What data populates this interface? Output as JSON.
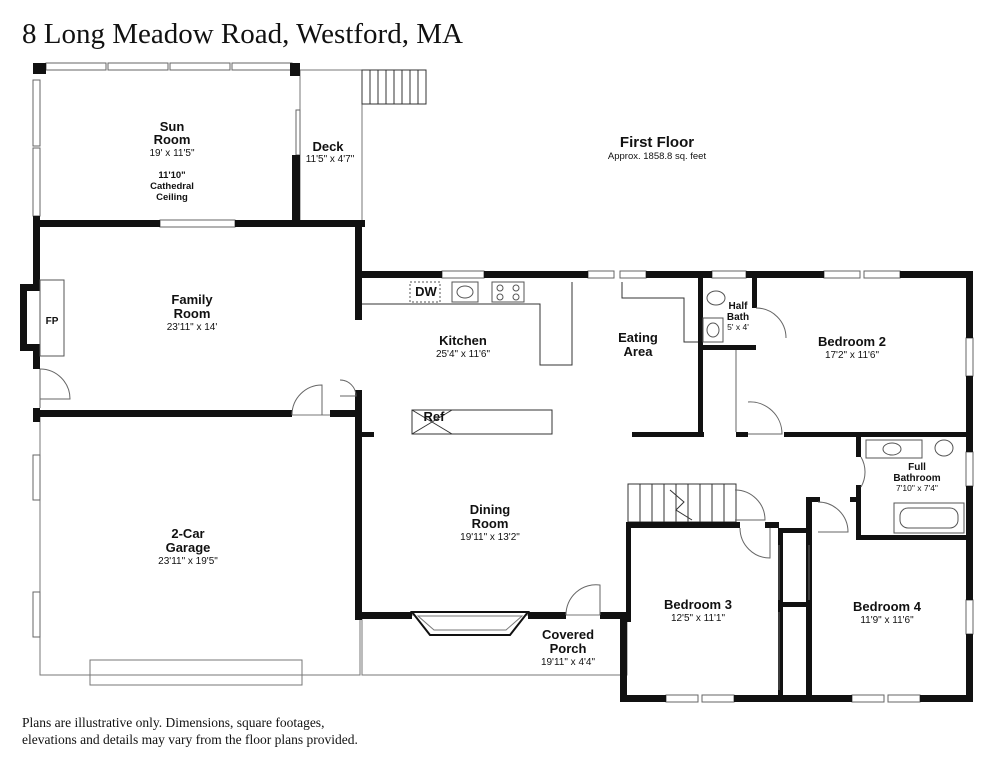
{
  "header": {
    "title": "8 Long Meadow Road, Westford, MA"
  },
  "floor": {
    "name": "First Floor",
    "area": "Approx. 1858.8 sq. feet"
  },
  "rooms": {
    "sun_room": {
      "name_line1": "Sun",
      "name_line2": "Room",
      "dims": "19' x 11'5\"",
      "note_line1": "11'10\"",
      "note_line2": "Cathedral",
      "note_line3": "Ceiling"
    },
    "deck": {
      "name": "Deck",
      "dims": "11'5\" x 4'7\""
    },
    "family_room": {
      "name_line1": "Family",
      "name_line2": "Room",
      "dims": "23'11\" x 14'"
    },
    "fireplace": {
      "label": "FP"
    },
    "kitchen": {
      "name": "Kitchen",
      "dims": "25'4\" x 11'6\""
    },
    "dishwasher": {
      "label": "DW"
    },
    "refrigerator": {
      "label": "Ref"
    },
    "eating_area": {
      "name_line1": "Eating",
      "name_line2": "Area"
    },
    "half_bath": {
      "name_line1": "Half",
      "name_line2": "Bath",
      "dims": "5' x 4'"
    },
    "bedroom_2": {
      "name": "Bedroom 2",
      "dims": "17'2\" x 11'6\""
    },
    "full_bathroom": {
      "name_line1": "Full",
      "name_line2": "Bathroom",
      "dims": "7'10\" x 7'4\""
    },
    "garage": {
      "name_line1": "2-Car",
      "name_line2": "Garage",
      "dims": "23'11\" x 19'5\""
    },
    "dining_room": {
      "name_line1": "Dining",
      "name_line2": "Room",
      "dims": "19'11\" x 13'2\""
    },
    "covered_porch": {
      "name_line1": "Covered",
      "name_line2": "Porch",
      "dims": "19'11\" x 4'4\""
    },
    "bedroom_3": {
      "name": "Bedroom 3",
      "dims": "12'5\" x 11'1\""
    },
    "bedroom_4": {
      "name": "Bedroom 4",
      "dims": "11'9\" x 11'6\""
    }
  },
  "footer": {
    "line1": "Plans are illustrative only. Dimensions, square footages,",
    "line2": "elevations and details may vary from the floor plans provided."
  }
}
